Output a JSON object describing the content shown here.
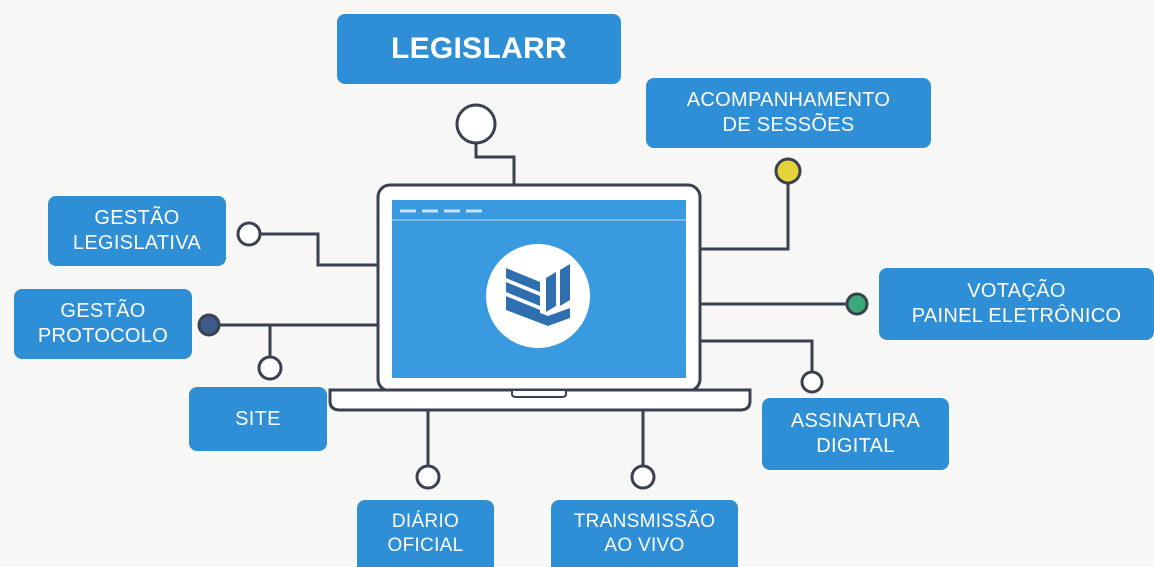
{
  "diagram": {
    "nodes": [
      {
        "id": "legislarr",
        "lines": [
          "LEGISLARR"
        ]
      },
      {
        "id": "acompanhamento",
        "lines": [
          "ACOMPANHAMENTO",
          "DE SESSÕES"
        ]
      },
      {
        "id": "gestao-legislativa",
        "lines": [
          "GESTÃO",
          "LEGISLATIVA"
        ]
      },
      {
        "id": "gestao-protocolo",
        "lines": [
          "GESTÃO",
          "PROTOCOLO"
        ]
      },
      {
        "id": "votacao",
        "lines": [
          "VOTAÇÃO",
          "PAINEL ELETRÔNICO"
        ]
      },
      {
        "id": "site",
        "lines": [
          "SITE"
        ]
      },
      {
        "id": "assinatura",
        "lines": [
          "ASSINATURA",
          "DIGITAL"
        ]
      },
      {
        "id": "diario",
        "lines": [
          "DIÁRIO",
          "OFICIAL"
        ]
      },
      {
        "id": "transmissao",
        "lines": [
          "TRANSMISSÃO",
          "AO VIVO"
        ]
      }
    ],
    "colors": {
      "box": "#2f8fd6",
      "screen": "#3a9ae0",
      "line": "#3a4250",
      "dot_yellow": "#e6d43a",
      "dot_green": "#3aa878",
      "dot_navy": "#3d5a8a"
    }
  }
}
